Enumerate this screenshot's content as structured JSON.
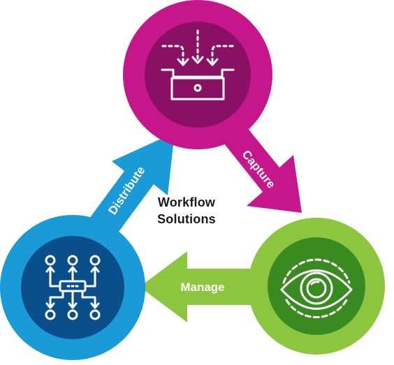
{
  "center": {
    "line1": "Workflow",
    "line2": "Solutions"
  },
  "arrows": {
    "capture": "Capture",
    "manage": "Manage",
    "distribute": "Distribute"
  },
  "nodes": {
    "capture": {
      "icon": "inbox-tray-icon",
      "color": "#c5168c",
      "inner": "#8a1063"
    },
    "manage": {
      "icon": "eye-gear-icon",
      "color": "#8cc63f",
      "inner": "#3a8a22"
    },
    "distribute": {
      "icon": "network-flow-icon",
      "color": "#1a9ad6",
      "inner": "#0a4f8c"
    }
  }
}
